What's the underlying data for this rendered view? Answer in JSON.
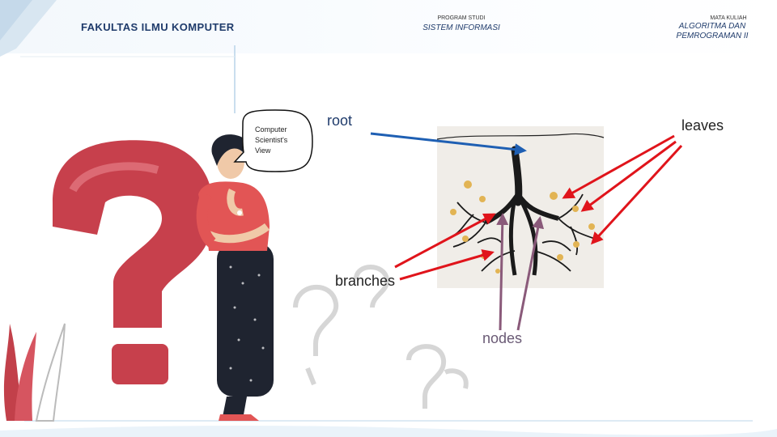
{
  "header": {
    "faculty": "FAKULTAS ILMU KOMPUTER",
    "program_label": "PROGRAM STUDI",
    "program_value": "SISTEM INFORMASI",
    "course_label": "MATA KULIAH",
    "course_value_line1": "ALGORITMA DAN",
    "course_value_line2": "PEMROGRAMAN II"
  },
  "speech_bubble": {
    "line1": "Computer",
    "line2": "Scientist's",
    "line3": "View"
  },
  "labels": {
    "root": "root",
    "leaves": "leaves",
    "branches": "branches",
    "nodes": "nodes"
  },
  "colors": {
    "accent_blue": "#1f3b6b",
    "arrow_blue": "#1e5fb3",
    "arrow_red": "#e0141b",
    "arrow_purple": "#8a5a7a",
    "question_mark": "#c7404c",
    "shirt": "#e25555"
  }
}
